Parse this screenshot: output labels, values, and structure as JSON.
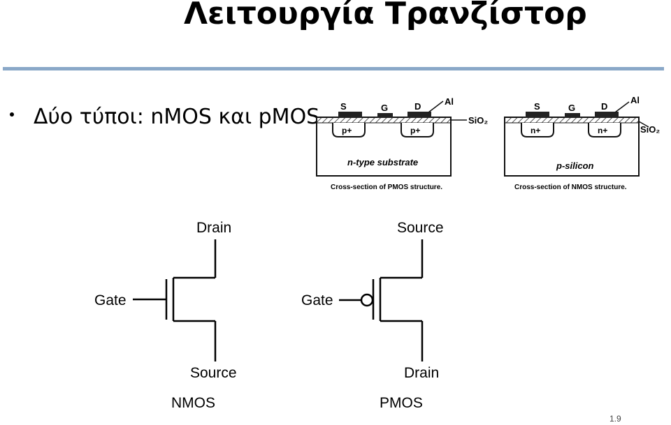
{
  "slide": {
    "title": "Λειτουργία Τρανζίστορ",
    "bullet": "Δύο τύποι: nMOS και pMOS",
    "page_number": "1.9"
  },
  "cross_sections": {
    "pmos": {
      "labels": {
        "source": "S",
        "gate": "G",
        "drain": "D",
        "metal": "Al",
        "oxide": "SiO₂",
        "well_left": "p+",
        "well_right": "p+",
        "substrate": "n-type substrate"
      },
      "caption": "Cross-section of PMOS structure."
    },
    "nmos": {
      "labels": {
        "source": "S",
        "gate": "G",
        "drain": "D",
        "metal": "Al",
        "oxide": "SiO₂",
        "well_left": "n+",
        "well_right": "n+",
        "substrate": "p-silicon"
      },
      "caption": "Cross-section of NMOS structure."
    }
  },
  "symbols": {
    "nmos": {
      "top": "Drain",
      "gate": "Gate",
      "bottom": "Source",
      "name": "NMOS"
    },
    "pmos": {
      "top": "Source",
      "gate": "Gate",
      "bottom": "Drain",
      "name": "PMOS"
    }
  }
}
